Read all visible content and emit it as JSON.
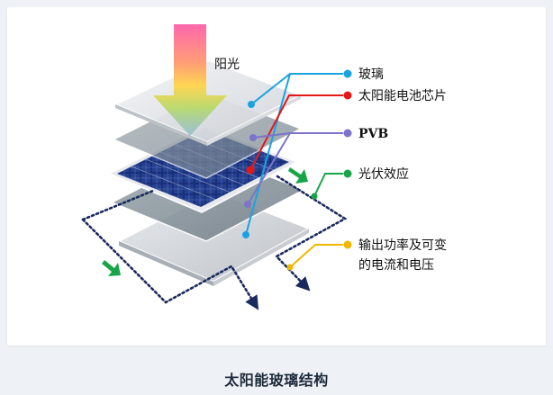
{
  "sunlight_label": "阳光",
  "legend": [
    {
      "text": "玻璃",
      "color": "#1aa3e0",
      "icon": "glass-layer-dot"
    },
    {
      "text": "太阳能电池芯片",
      "color": "#e61717",
      "icon": "solar-cell-dot"
    },
    {
      "text": "PVB",
      "color": "#7b74c9",
      "icon": "pvb-layer-dot"
    },
    {
      "text": "光伏效应",
      "color": "#18a54a",
      "icon": "photovoltaic-effect-dot"
    },
    {
      "text_line1": "输出功率及可变",
      "text_line2": "的电流和电压",
      "color": "#f0b800",
      "icon": "output-dot"
    }
  ],
  "caption": "太阳能玻璃结构",
  "colors": {
    "panel_blue": "#1a2f7a",
    "circuit_navy": "#1a2a5e",
    "background": "#eef1f5"
  }
}
